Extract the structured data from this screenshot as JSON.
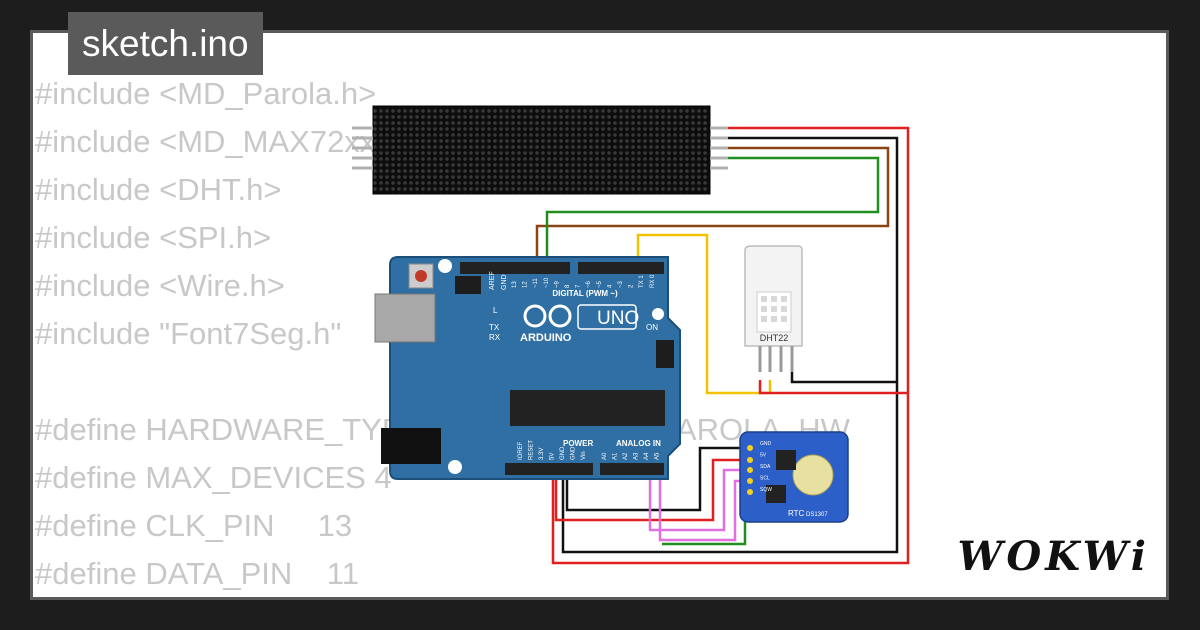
{
  "tab": {
    "filename": "sketch.ino"
  },
  "code_lines": [
    "#include <MD_Parola.h>",
    "#include <MD_MAX72xx.h>",
    "#include <DHT.h>",
    "#include <SPI.h>",
    "#include <Wire.h>",
    "#include \"Font7Seg.h\"",
    "",
    "#define HARDWARE_TYPE MD_MAX72XX::PAROLA_HW",
    "#define MAX_DEVICES 4",
    "#define CLK_PIN     13",
    "#define DATA_PIN    11"
  ],
  "board": {
    "logo": "UNO",
    "brand": "ARDUINO",
    "digital_label": "DIGITAL (PWM ~)",
    "power_label": "POWER",
    "analog_label": "ANALOG IN",
    "on_label": "ON",
    "led_l": "L",
    "led_tx": "TX",
    "led_rx": "RX",
    "aref": "AREF",
    "gnd": "GND",
    "digital_pins": [
      "13",
      "12",
      "~11",
      "~10",
      "~9",
      "8",
      "7",
      "~6",
      "~5",
      "4",
      "~3",
      "2",
      "TX 1",
      "RX 0"
    ],
    "power_pins": [
      "IOREF",
      "RESET",
      "3.3V",
      "5V",
      "GND",
      "GND",
      "Vin"
    ],
    "analog_pins": [
      "A0",
      "A1",
      "A2",
      "A3",
      "A4",
      "A5"
    ]
  },
  "dht": {
    "label": "DHT22"
  },
  "rtc": {
    "label": "RTC",
    "chip": "DS1307",
    "pins": [
      "GND",
      "5V",
      "SDA",
      "SCL",
      "SQW"
    ]
  },
  "brand_logo": "WOKWi",
  "colors": {
    "background": "#1d1d1d",
    "panel": "#ffffff",
    "tab": "#5a5a5a",
    "code": "#c8c8c8",
    "board": "#2f6fa3",
    "rtc": "#2d5fc9",
    "wire_red": "#e02020",
    "wire_black": "#111111",
    "wire_brown": "#8b4513",
    "wire_green": "#1f8f1f",
    "wire_yellow": "#f2c200",
    "wire_pink": "#e070e0"
  }
}
